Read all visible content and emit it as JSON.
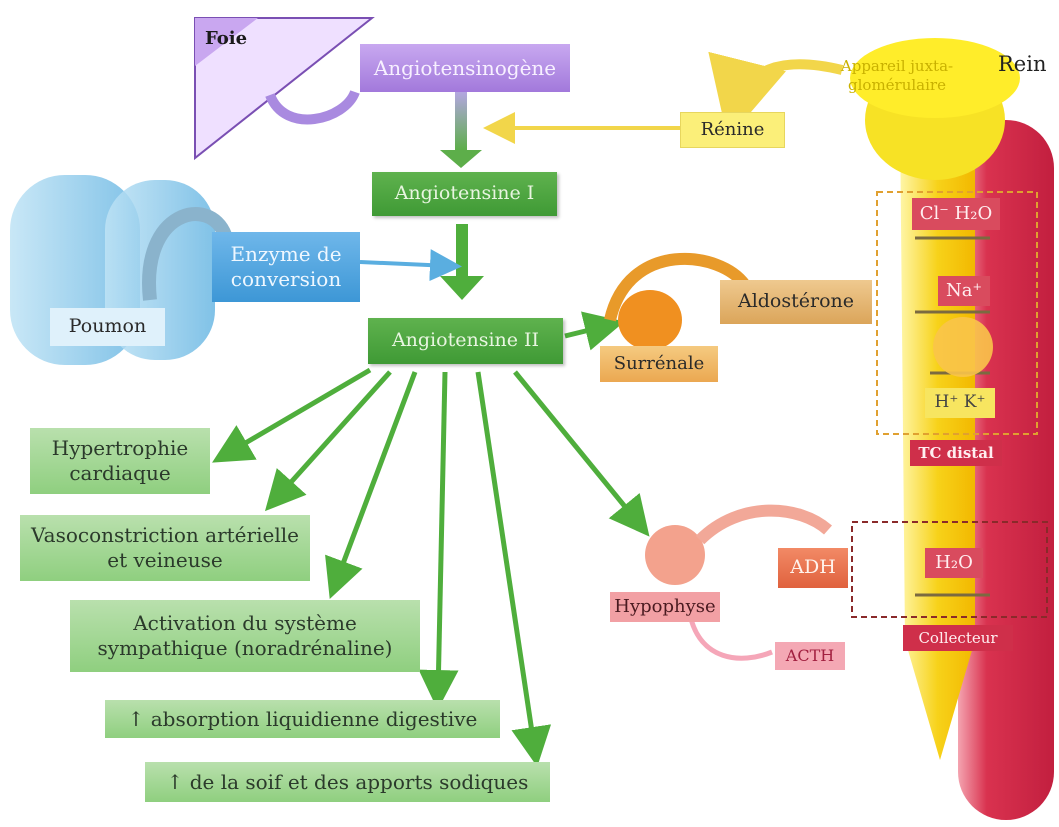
{
  "organs": {
    "foie": "Foie",
    "poumon": "Poumon",
    "rein": "Rein",
    "appareil": "Appareil juxta-glomérulaire",
    "surrenale": "Surrénale",
    "hypophyse": "Hypophyse"
  },
  "hormones": {
    "angiotensinogene": "Angiotensinogène",
    "renine": "Rénine",
    "angiotensine1": "Angiotensine I",
    "enzyme": "Enzyme de conversion",
    "angiotensine2": "Angiotensine II",
    "aldosterone": "Aldostérone",
    "adh": "ADH",
    "acth": "ACTH"
  },
  "effects": [
    "Hypertrophie cardiaque",
    "Vasoconstriction artérielle et veineuse",
    "Activation du système sympathique (noradrénaline)",
    "↑ absorption liquidienne digestive",
    "↑ de la soif et des apports sodiques"
  ],
  "kidney": {
    "ion_exchange": "Cl⁻ H₂O",
    "na": "Na⁺",
    "hk": "H⁺ K⁺",
    "tc_distal": "TC distal",
    "h2o": "H₂O",
    "collecteur": "Collecteur"
  },
  "colors": {
    "green_arrow": "#4fae3c",
    "yellow_arrow": "#f2d64a",
    "blue_arrow": "#5aaee0",
    "purple": "#b58ee6",
    "orange": "#e89a2a",
    "red_tube": "#d9324f",
    "yellow_tube": "#f7d21a"
  }
}
